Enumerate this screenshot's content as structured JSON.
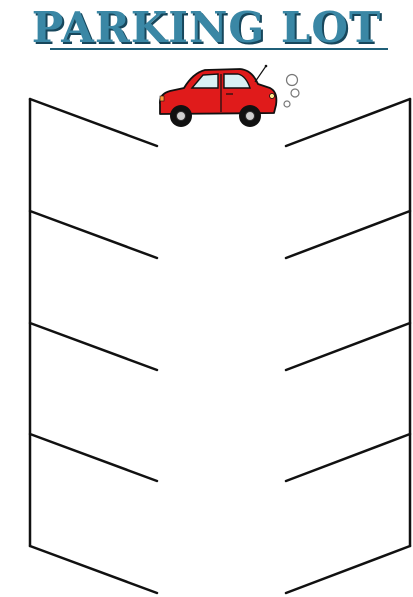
{
  "title": "PARKING LOT",
  "colors": {
    "title_fill": "#3a87a5",
    "title_shadow": "#17475c",
    "car_body": "#e01b1b",
    "lines": "#111111"
  },
  "icons": {
    "car": "red-car-icon",
    "exhaust": "exhaust-puffs-icon"
  },
  "parking_spaces": {
    "left_column": 4,
    "right_column": 4
  }
}
